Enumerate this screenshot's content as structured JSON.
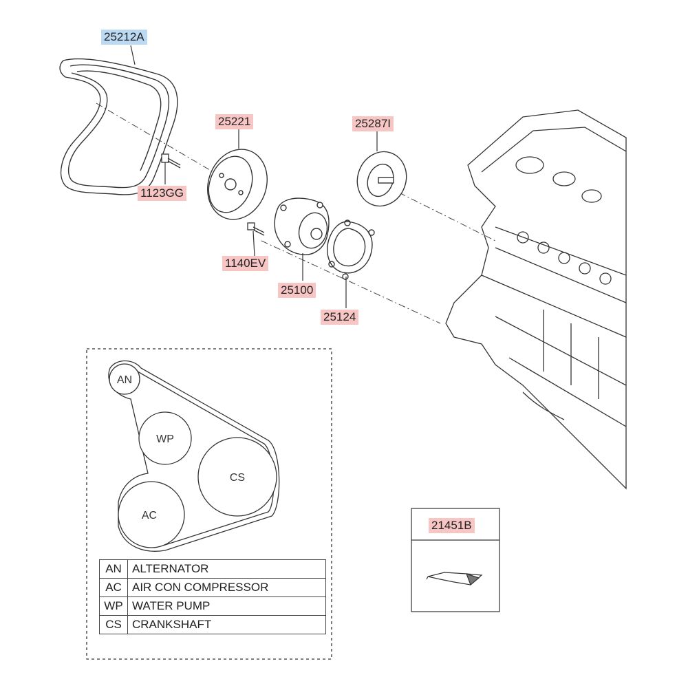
{
  "callouts": {
    "belt": "25212A",
    "idler_pulley": "25221",
    "tensioner": "25287I",
    "bolt_idler": "1123GG",
    "bolt_pump": "1140EV",
    "water_pump": "25100",
    "gasket": "25124",
    "sealant": "21451B"
  },
  "belt_routing": {
    "pulleys": [
      "AN",
      "WP",
      "CS",
      "AC"
    ]
  },
  "legend": [
    {
      "code": "AN",
      "name": "ALTERNATOR"
    },
    {
      "code": "AC",
      "name": "AIR CON COMPRESSOR"
    },
    {
      "code": "WP",
      "name": "WATER PUMP"
    },
    {
      "code": "CS",
      "name": "CRANKSHAFT"
    }
  ],
  "colors": {
    "callout_highlight": "#f7c6c4",
    "callout_selected": "#bcd9f4",
    "line": "#333333"
  }
}
